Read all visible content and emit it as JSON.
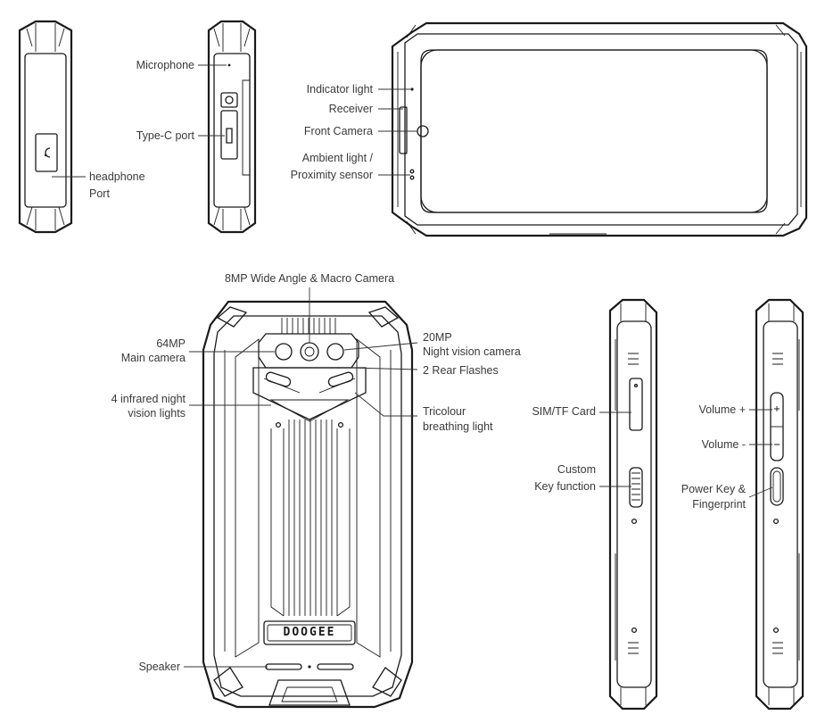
{
  "brand_text": "DOOGEE",
  "labels": {
    "microphone": "Microphone",
    "type_c_port": "Type-C port",
    "headphone_port_line1": "headphone",
    "headphone_port_line2": "Port",
    "indicator_light": "Indicator light",
    "receiver": "Receiver",
    "front_camera": "Front Camera",
    "ambient_light_line1": "Ambient light /",
    "ambient_light_line2": "Proximity sensor",
    "wide_angle_camera": "8MP Wide Angle & Macro Camera",
    "main_camera_line1": "64MP",
    "main_camera_line2": "Main camera",
    "night_camera_line1": "20MP",
    "night_camera_line2": "Night vision camera",
    "rear_flashes": "2 Rear Flashes",
    "infrared_line1": "4 infrared night",
    "infrared_line2": "vision lights",
    "tricolour_line1": "Tricolour",
    "tricolour_line2": "breathing light",
    "speaker": "Speaker",
    "sim_card": "SIM/TF Card",
    "custom_key_line1": "Custom",
    "custom_key_line2": "Key function",
    "volume_up": "Volume +",
    "volume_down": "Volume -",
    "power_key_line1": "Power Key &",
    "power_key_line2": "Fingerprint"
  }
}
